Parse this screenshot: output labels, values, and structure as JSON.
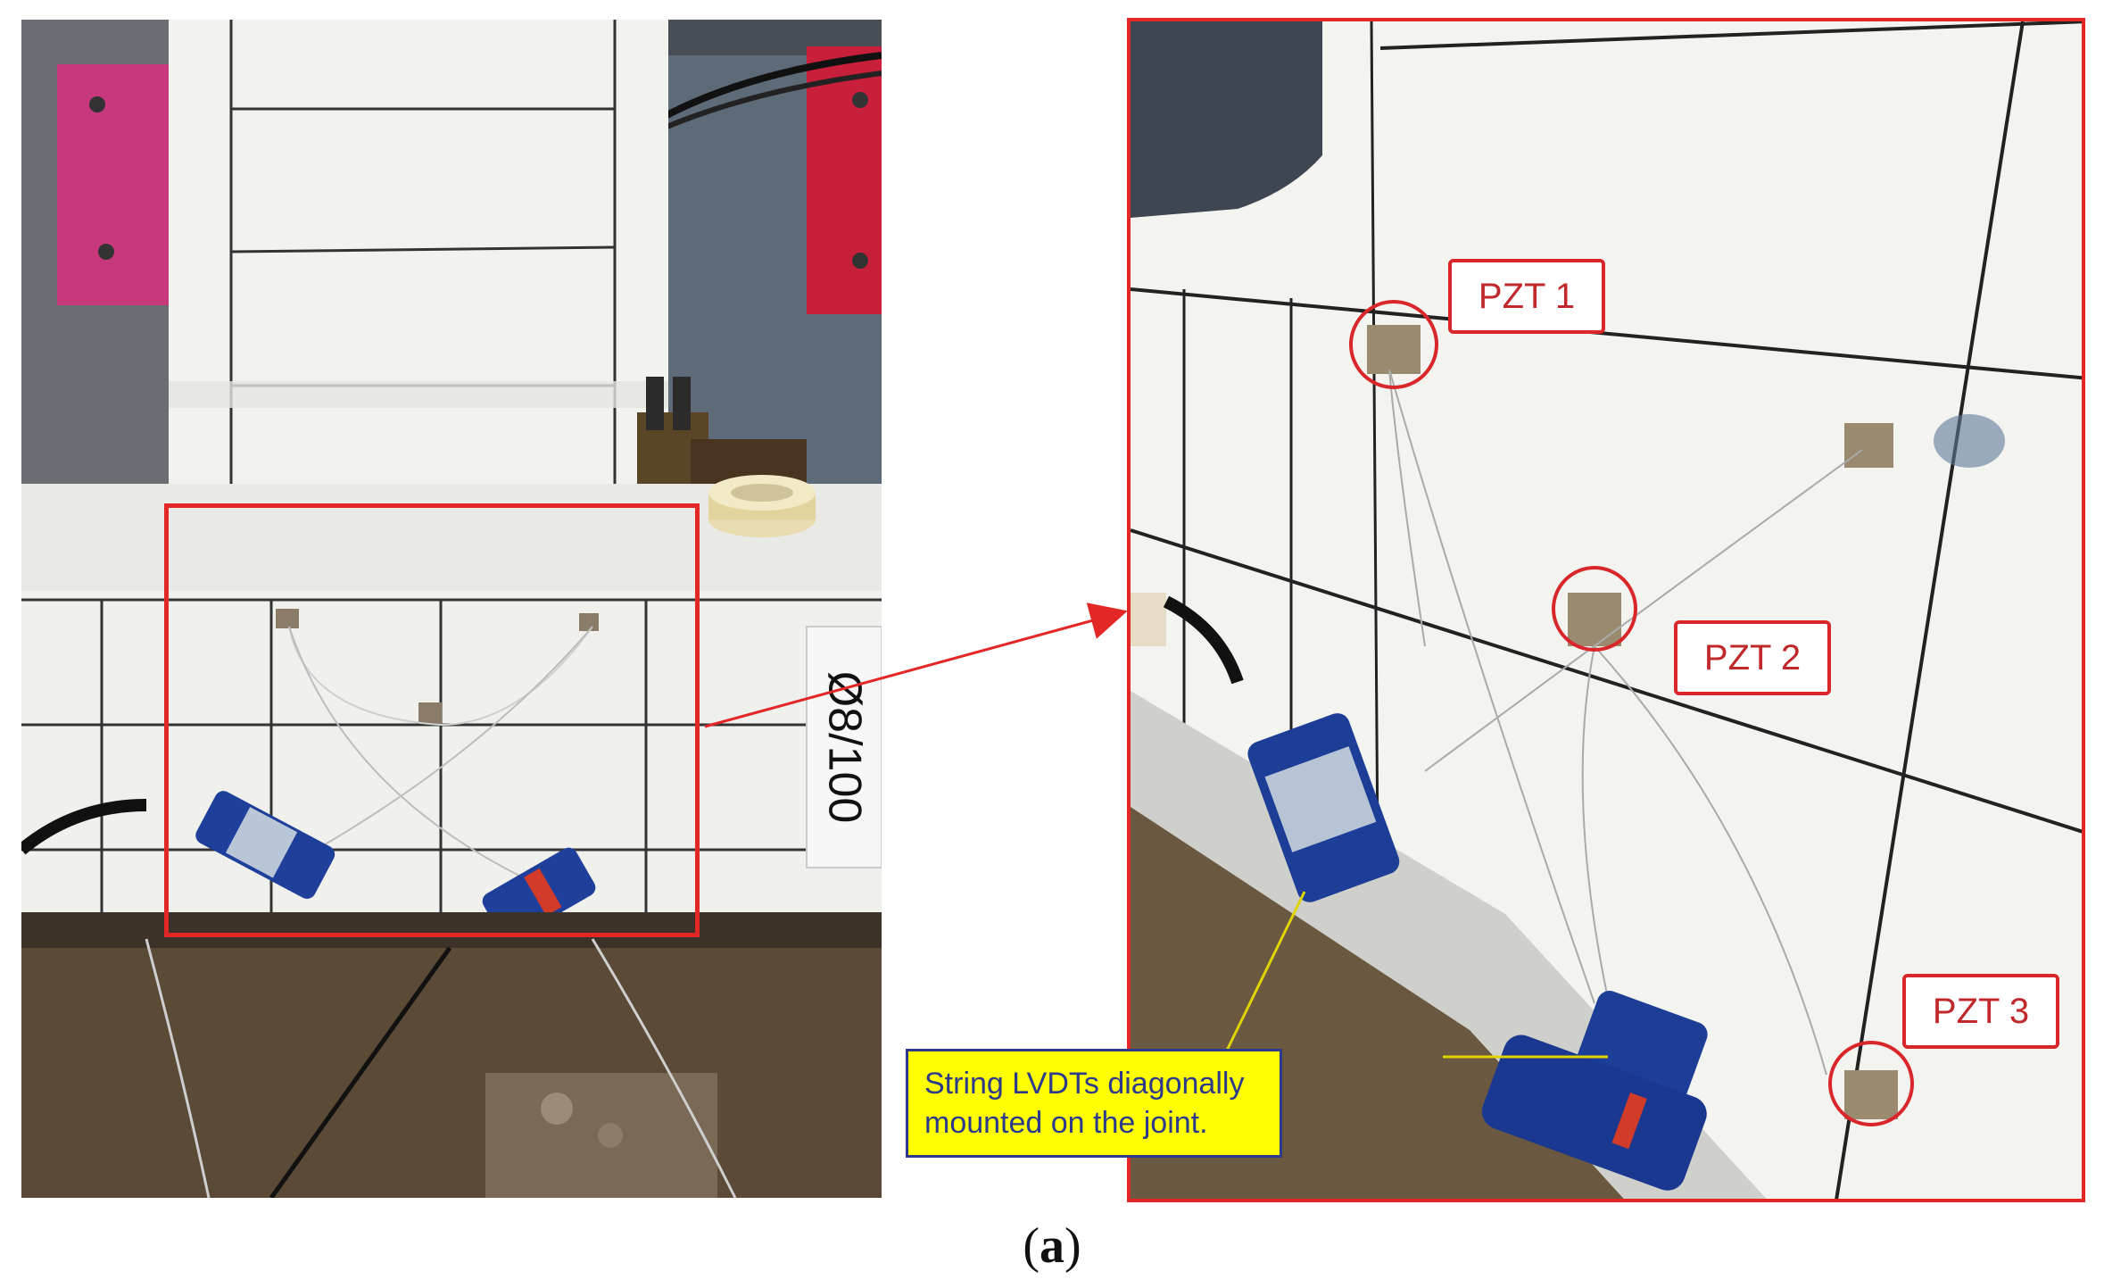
{
  "left_photo": {
    "sign_text": "Ø8/100"
  },
  "right_photo": {
    "labels": {
      "pzt1": "PZT 1",
      "pzt2": "PZT 2",
      "pzt3": "PZT 3"
    },
    "note": {
      "line1": "String LVDTs diagonally",
      "line2": "mounted on the joint."
    }
  },
  "caption": {
    "open": "(",
    "letter": "a",
    "close": ")"
  },
  "colors": {
    "highlight_red": "#e32626",
    "note_yellow": "#ffff00",
    "note_text": "#2b3a8c"
  }
}
